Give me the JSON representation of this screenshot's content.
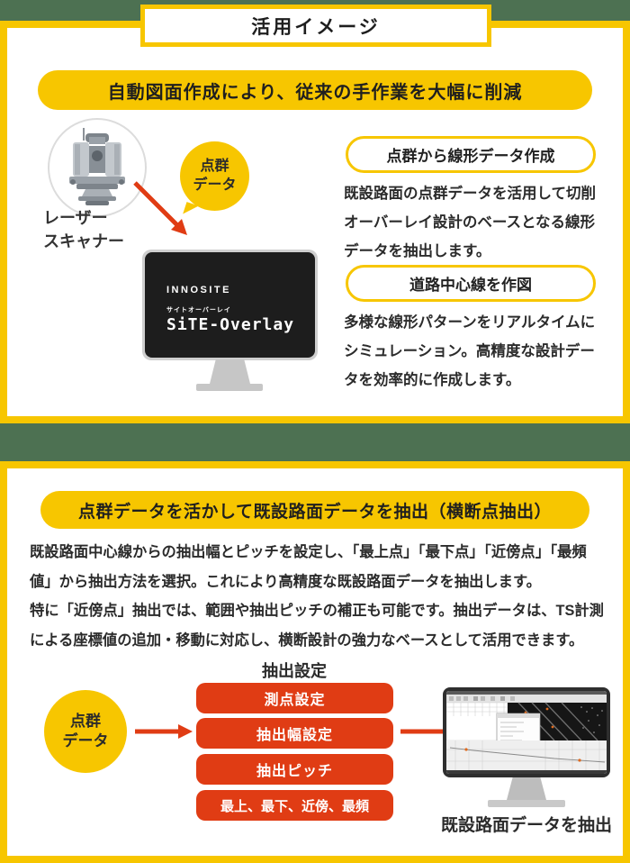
{
  "page": {
    "title": "活用イメージ"
  },
  "colors": {
    "yellow": "#F7C600",
    "green": "#4D7152",
    "red": "#E03C14",
    "screen_dark": "#1D1D1D"
  },
  "section1": {
    "header": "自動図面作成により、従来の手作業を大幅に削減",
    "scanner_label_line1": "レーザー",
    "scanner_label_line2": "スキャナー",
    "bubble_line1": "点群",
    "bubble_line2": "データ",
    "monitor": {
      "brand": "INNOSITE",
      "product_kana": "サイトオーバーレイ",
      "product_name": "SiTE-Overlay"
    },
    "features": [
      {
        "title": "点群から線形データ作成",
        "description": "既設路面の点群データを活用して切削オーバーレイ設計のベースとなる線形データを抽出します。"
      },
      {
        "title": "道路中心線を作図",
        "description": "多様な線形パターンをリアルタイムにシミュレーション。高精度な設計データを効率的に作成します。"
      }
    ]
  },
  "section2": {
    "header": "点群データを活かして既設路面データを抽出（横断点抽出）",
    "body_lines": [
      "既設路面中心線からの抽出幅とピッチを設定し、「最上点」「最下点」「近傍点」「最頻",
      "値」から抽出方法を選択。これにより高精度な既設路面データを抽出します。",
      "特に「近傍点」抽出では、範囲や抽出ピッチの補正も可能です。抽出データは、TS計測",
      "による座標値の追加・移動に対応し、横断設計の強力なベースとして活用できます。"
    ],
    "flow_label": "抽出設定",
    "bubble_line1": "点群",
    "bubble_line2": "データ",
    "buttons": [
      "測点設定",
      "抽出幅設定",
      "抽出ピッチ",
      "最上、最下、近傍、最頻"
    ],
    "monitor_caption": "既設路面データを抽出"
  }
}
